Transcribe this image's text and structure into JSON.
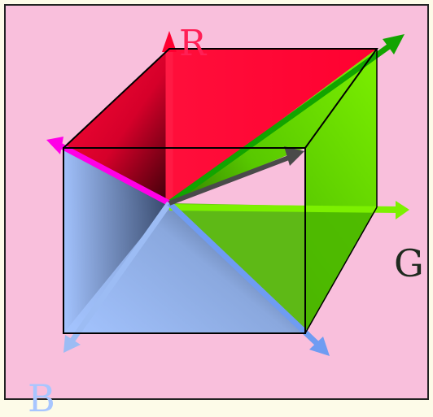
{
  "labels": {
    "r": "R",
    "g": "G",
    "b": "B"
  },
  "colors": {
    "panel_background": "#f9bfdc",
    "red": "#ff0030",
    "green": "#7cf000",
    "blue": "#9cbcf4",
    "magenta": "#ff00e6",
    "gray_vector": "#4a4a4a",
    "label_r": "#ff1f55",
    "label_g": "#1f2a1f",
    "label_b": "#a8c6ff"
  }
}
